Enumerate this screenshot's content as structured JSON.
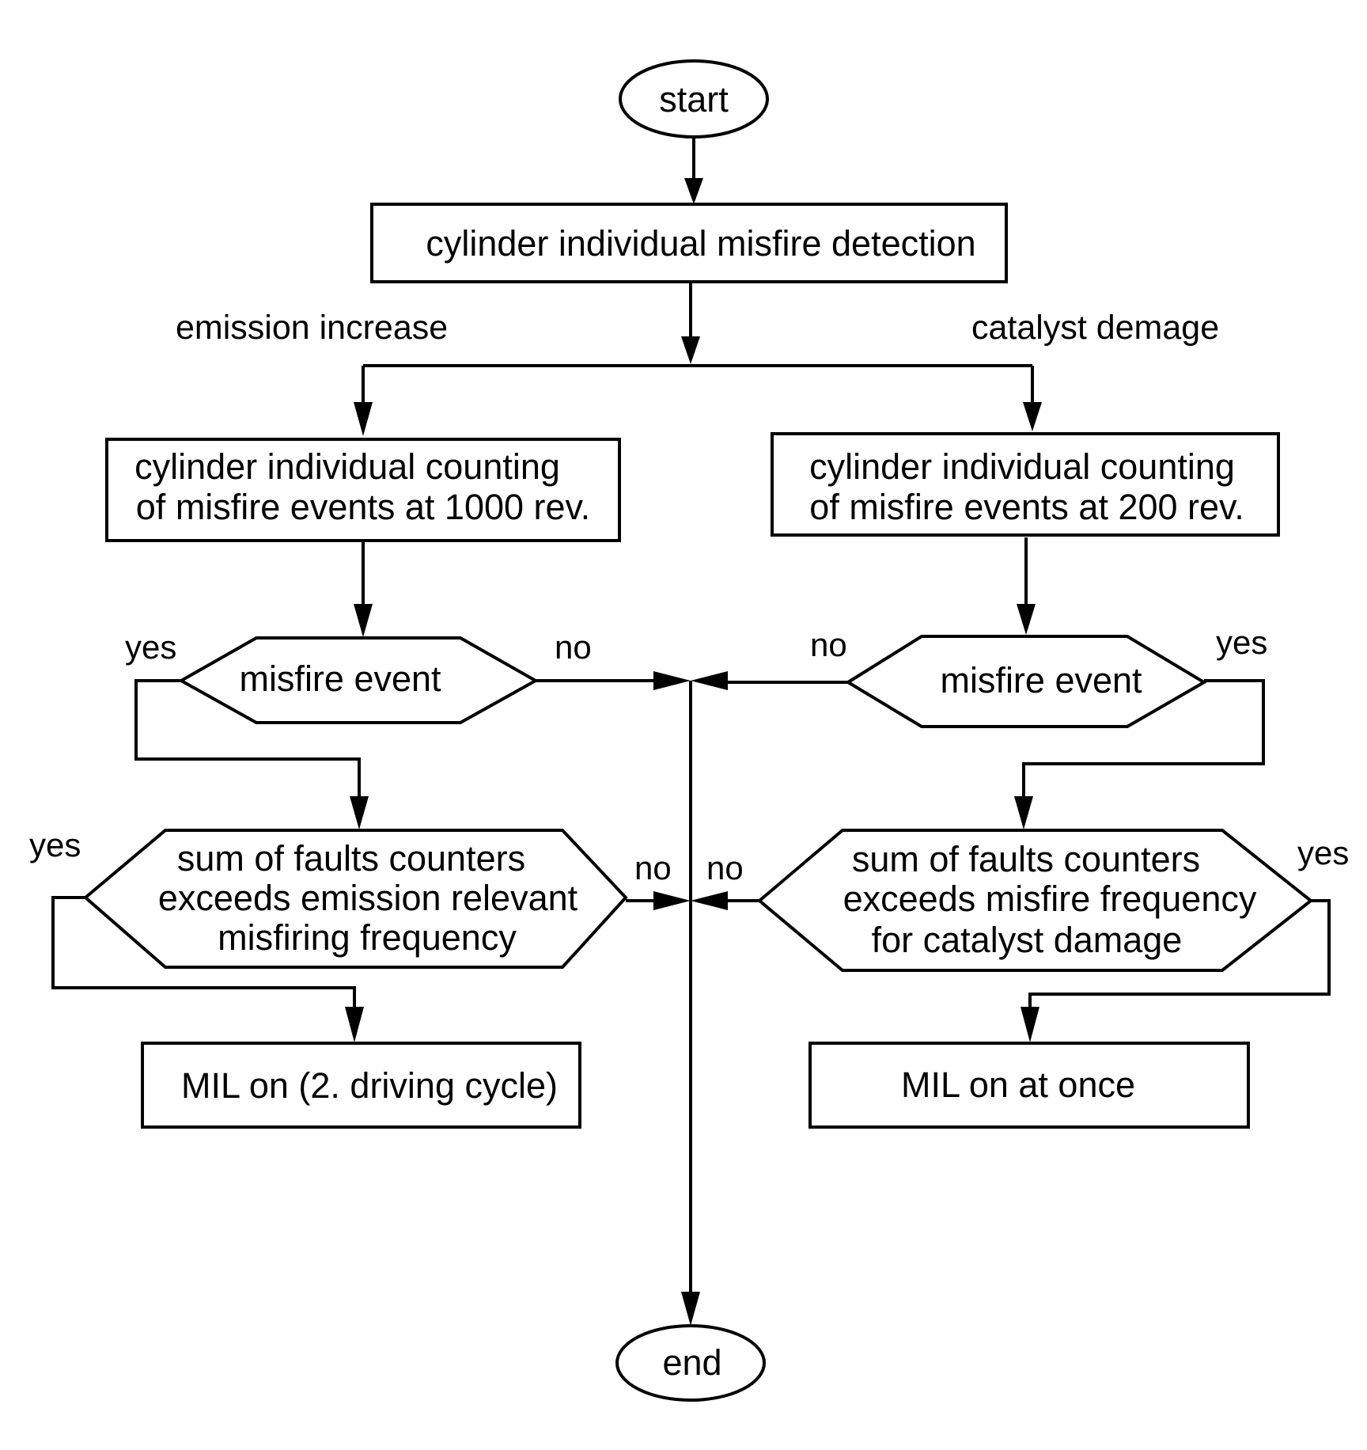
{
  "nodes": {
    "start": "start",
    "detection": "cylinder individual misfire detection",
    "count_left": [
      "cylinder individual counting",
      "of misfire events at 1000 rev."
    ],
    "count_right": [
      "cylinder individual counting",
      "of misfire events at 200 rev."
    ],
    "misfire_left": "misfire event",
    "misfire_right": "misfire event",
    "sum_left": [
      "sum of faults counters",
      "exceeds emission relevant",
      "misfiring frequency"
    ],
    "sum_right": [
      "sum of faults counters",
      "exceeds misfire frequency",
      "for catalyst damage"
    ],
    "mil_left": "MIL on (2. driving cycle)",
    "mil_right": "MIL on at once",
    "end": "end"
  },
  "branch_labels": {
    "left": "emission increase",
    "right": "catalyst demage"
  },
  "decision_labels": {
    "misfire_left_yes": "yes",
    "misfire_left_no": "no",
    "misfire_right_no": "no",
    "misfire_right_yes": "yes",
    "sum_left_yes": "yes",
    "sum_left_no": "no",
    "sum_right_no": "no",
    "sum_right_yes": "yes"
  }
}
